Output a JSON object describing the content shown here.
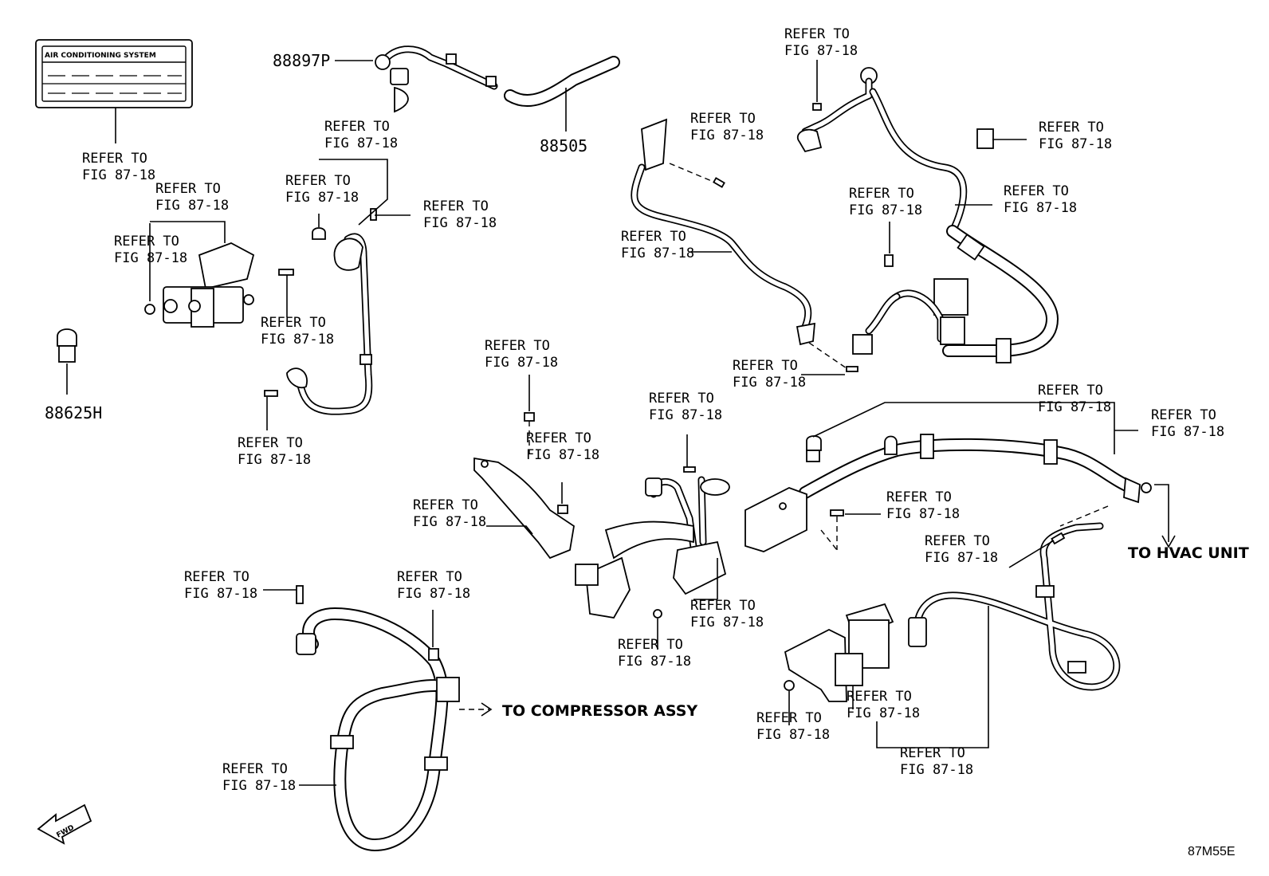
{
  "callout_text": [
    "REFER TO",
    "FIG 87-18"
  ],
  "part_numbers": {
    "p88897p": "88897P",
    "p88505": "88505",
    "p88625h": "88625H"
  },
  "caution_label": {
    "title": "AIR CONDITIONING SYSTEM"
  },
  "destinations": {
    "compressor": "TO COMPRESSOR ASSY",
    "hvac": "TO HVAC UNIT"
  },
  "fwd_arrow": "FWD",
  "diagram_code": "87M55E"
}
